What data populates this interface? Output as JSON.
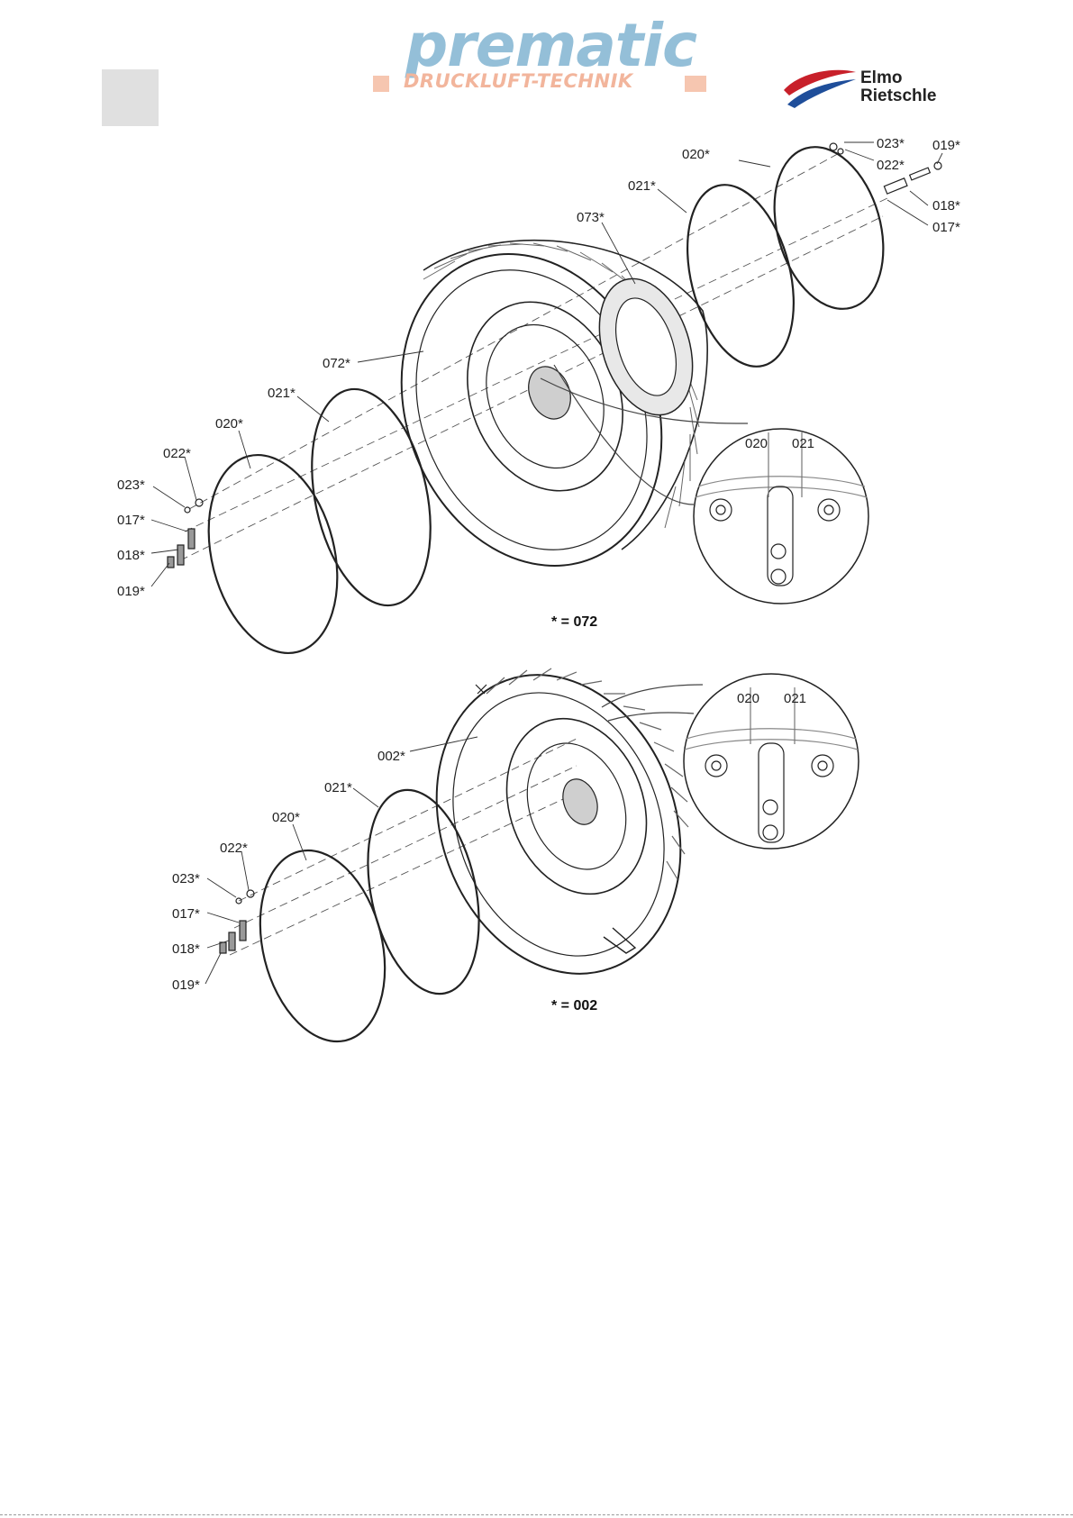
{
  "header": {
    "logo_prematic": {
      "main": "prematic",
      "sub": "DRUCKLUFT-TECHNIK",
      "colors": {
        "main": "#94bfd8",
        "sub": "#f2b59c"
      }
    },
    "logo_elmo": {
      "line1": "Elmo",
      "line2": "Rietschle",
      "colors": {
        "red": "#c8202a",
        "blue": "#1f4e9a"
      }
    }
  },
  "diagram_top": {
    "caption": "* = 072",
    "detail_labels": [
      "020",
      "021"
    ],
    "labels": {
      "p020": "020*",
      "p021": "021*",
      "p073": "073*",
      "p023": "023*",
      "p022": "022*",
      "p019": "019*",
      "p018": "018*",
      "p017": "017*",
      "p072": "072*",
      "l021": "021*",
      "l020": "020*",
      "l022": "022*",
      "l023": "023*",
      "l017": "017*",
      "l018": "018*",
      "l019": "019*"
    }
  },
  "diagram_bottom": {
    "caption": "* = 002",
    "detail_labels": [
      "020",
      "021"
    ],
    "labels": {
      "p002": "002*",
      "l021": "021*",
      "l020": "020*",
      "l022": "022*",
      "l023": "023*",
      "l017": "017*",
      "l018": "018*",
      "l019": "019*"
    }
  }
}
